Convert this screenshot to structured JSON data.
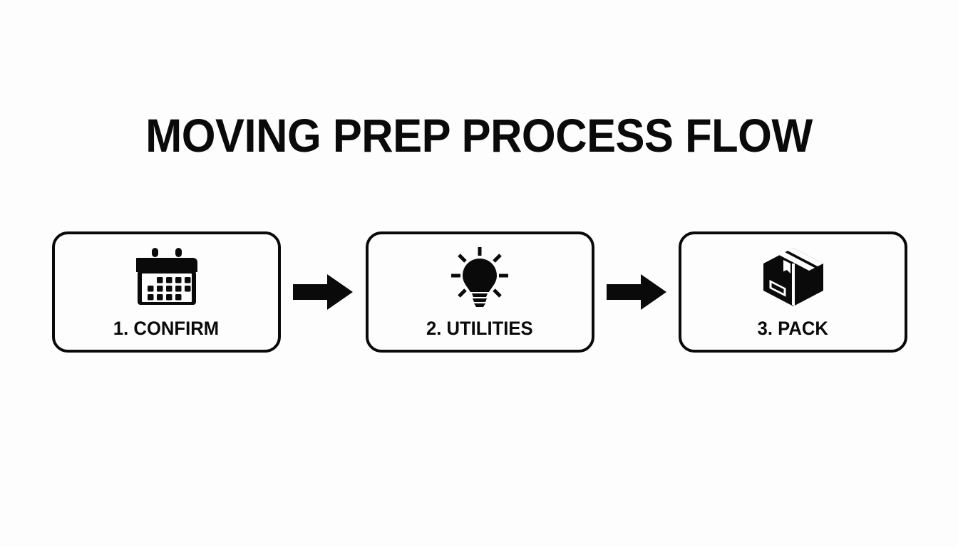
{
  "page": {
    "title": "MOVING PREP PROCESS FLOW",
    "background_color": "#fdfdfd",
    "foreground_color": "#0a0a0a"
  },
  "flow": {
    "steps": [
      {
        "label": "1. CONFIRM",
        "icon": "calendar-icon"
      },
      {
        "label": "2. UTILITIES",
        "icon": "lightbulb-icon"
      },
      {
        "label": "3. PACK",
        "icon": "package-box-icon"
      }
    ],
    "connectors": [
      {
        "icon": "arrow-right-icon"
      },
      {
        "icon": "arrow-right-icon"
      }
    ]
  }
}
